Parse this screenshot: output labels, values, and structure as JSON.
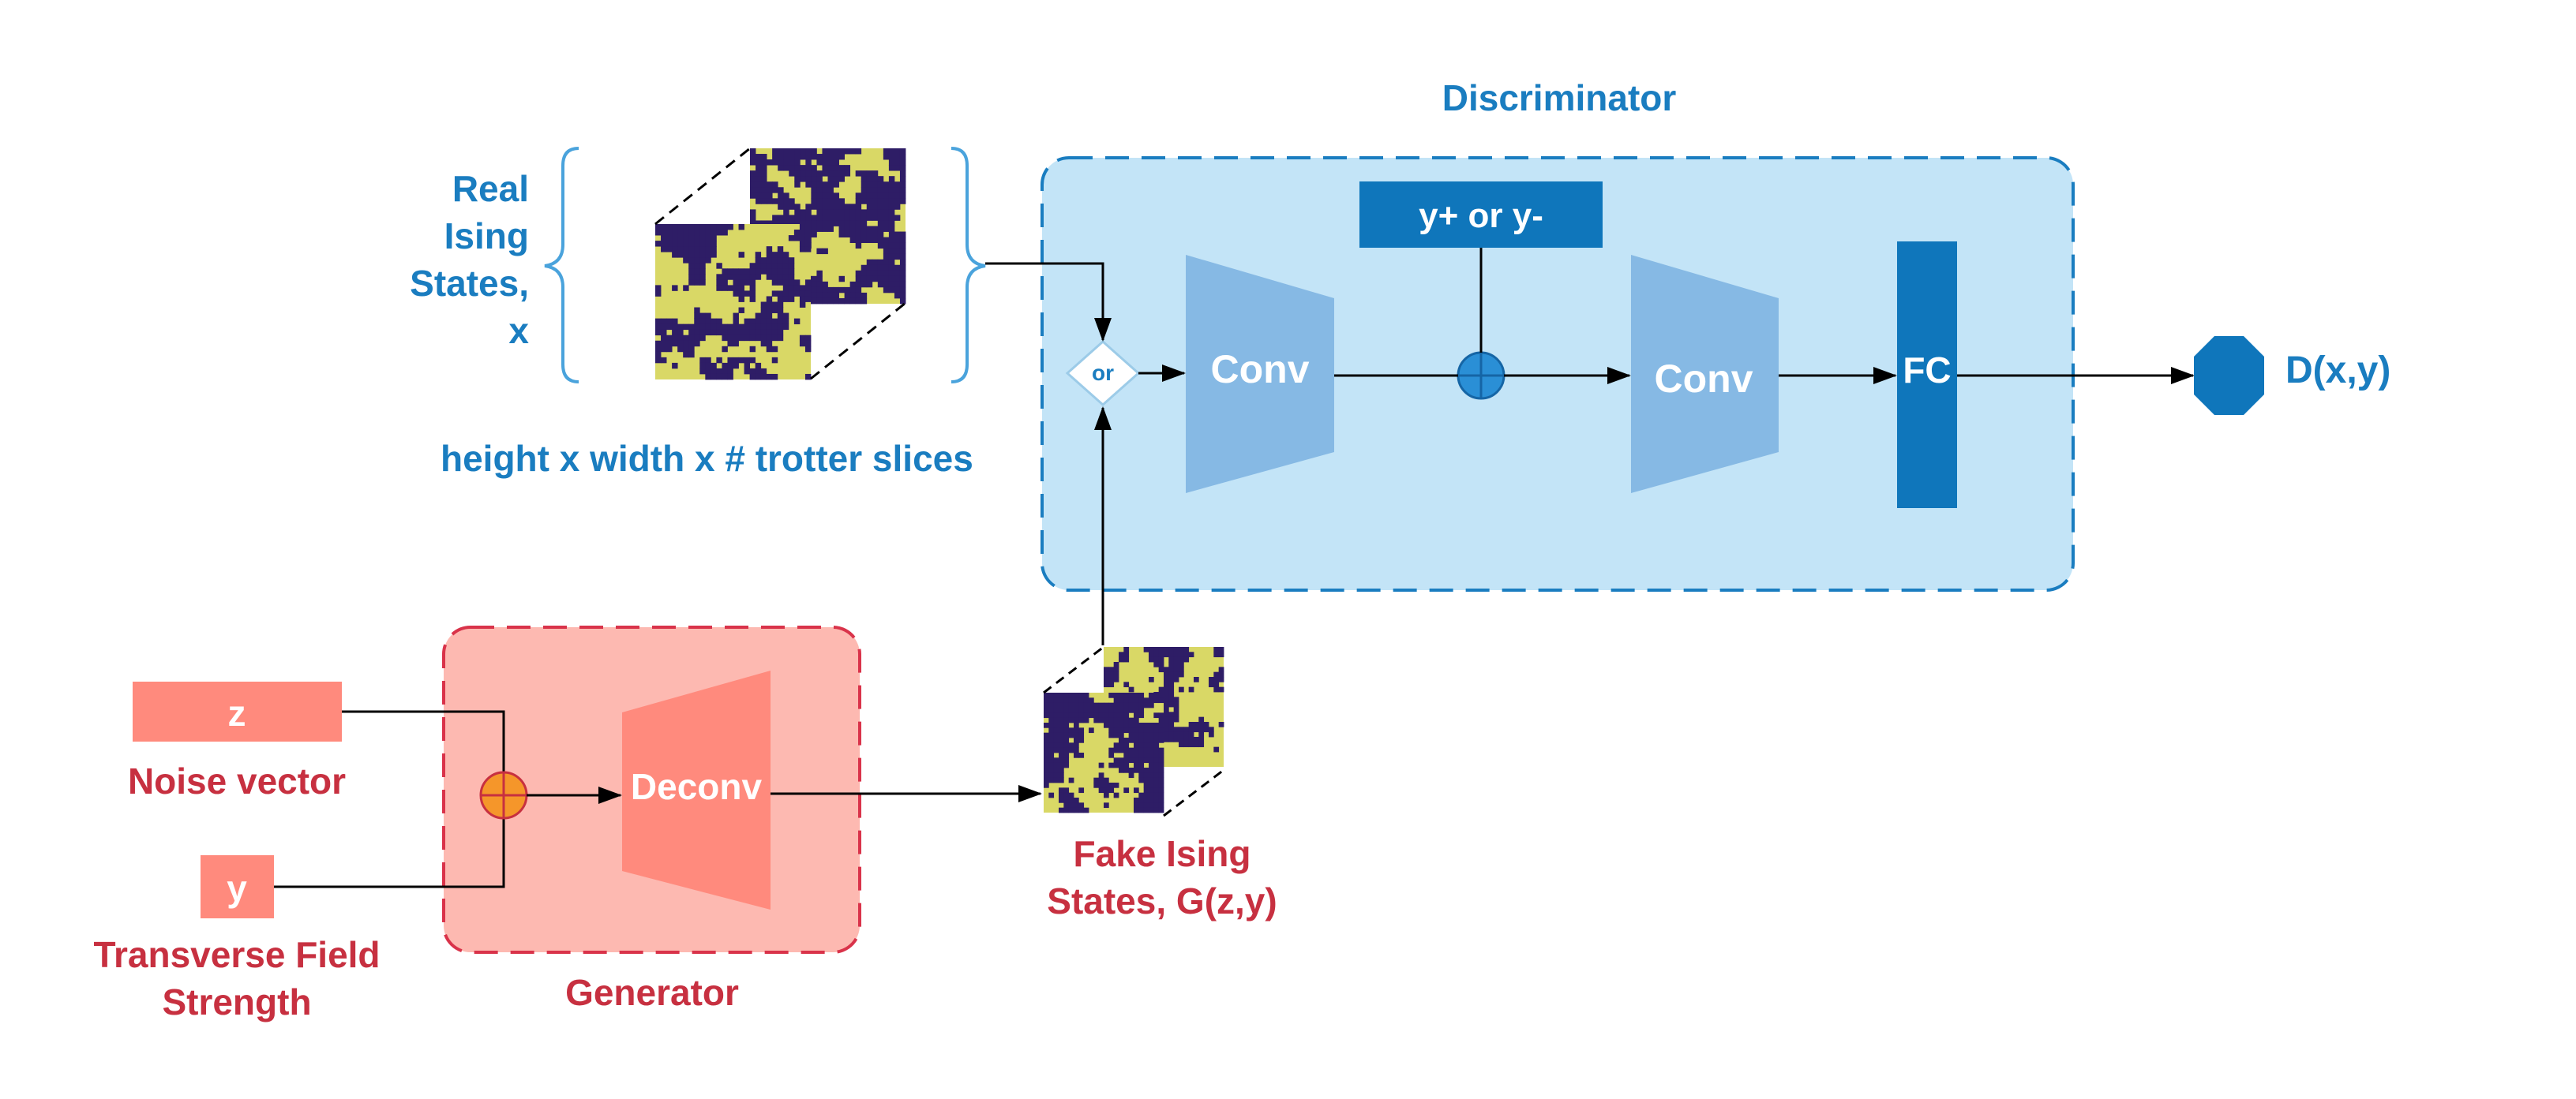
{
  "discriminator": {
    "title": "Discriminator",
    "conditioning_label": "y+ or y-",
    "conv1_label": "Conv",
    "conv2_label": "Conv",
    "fc_label": "FC",
    "output_label": "D(x,y)",
    "selector_label": "or"
  },
  "real_states": {
    "label_lines": [
      "Real",
      "Ising",
      "States,",
      "x"
    ],
    "shape_caption": "height x width x # trotter slices"
  },
  "generator": {
    "title": "Generator",
    "deconv_label": "Deconv",
    "noise_box_label": "z",
    "noise_caption": "Noise vector",
    "field_box_label": "y",
    "field_caption_lines": [
      "Transverse Field",
      "Strength"
    ]
  },
  "fake_states": {
    "label_lines": [
      "Fake Ising",
      "States, G(z,y)"
    ]
  },
  "colors": {
    "blue_text": "#1a7dc0",
    "disc_fill": "#c3e4f7",
    "disc_border": "#1a7dc0",
    "conv_fill": "#86b9e4",
    "fc_fill": "#0f76bb",
    "gen_fill": "#fdb9b1",
    "gen_border": "#d9334a",
    "deconv_fill": "#ff8a7d",
    "red_text": "#c73040",
    "adder_orange": "#f5962a",
    "ising_yellow": "#d9d866",
    "ising_purple": "#2e1d66"
  }
}
